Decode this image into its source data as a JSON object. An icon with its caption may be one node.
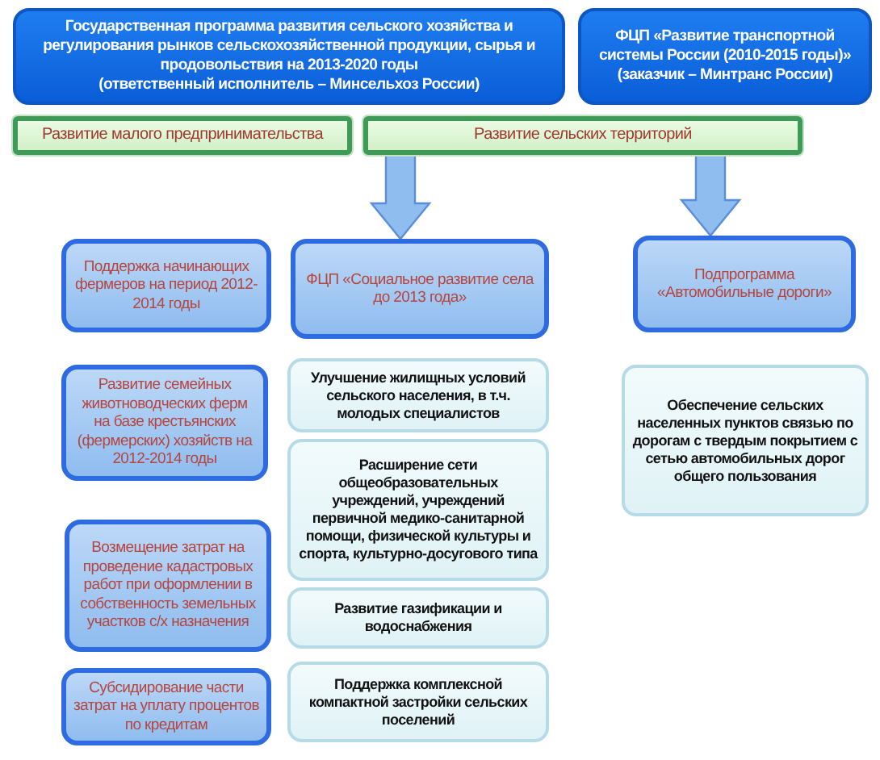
{
  "diagram": {
    "nodes": [
      {
        "text": [
          "Государственная программа развития сельского хозяйства и регулирования рынков сельскохозяйственной продукции, сырья и продовольствия на 2013-2020 годы",
          "(ответственный исполнитель – Минсельхоз России)"
        ]
      },
      {
        "text": [
          "ФЦП «Развитие транспортной системы России (2010-2015 годы)»",
          "(заказчик – Минтранс России)"
        ]
      },
      {
        "text": [
          "Развитие малого предпринимательства"
        ]
      },
      {
        "text": [
          "Развитие сельских территорий"
        ]
      },
      {
        "text": [
          "Поддержка начинающих фермеров на период 2012-2014 годы"
        ]
      },
      {
        "text": [
          "ФЦП «Социальное развитие села до 2013 года»"
        ]
      },
      {
        "text": [
          "Подпрограмма «Автомобильные дороги»"
        ]
      },
      {
        "text": [
          "Развитие семейных животноводческих ферм на базе крестьянских (фермерских) хозяйств на 2012-2014 годы"
        ]
      },
      {
        "text": [
          "Возмещение затрат на проведение кадастровых работ при оформлении в собственность земельных участков с/х назначения"
        ]
      },
      {
        "text": [
          "Субсидирование части затрат на уплату процентов по кредитам"
        ]
      },
      {
        "text": [
          "Улучшение жилищных условий сельского населения, в т.ч. молодых специалистов"
        ]
      },
      {
        "text": [
          "Расширение сети общеобразовательных учреждений, учреждений первичной медико-санитарной помощи, физической культуры и спорта, культурно-досугового типа"
        ]
      },
      {
        "text": [
          "Развитие газификации и водоснабжения"
        ]
      },
      {
        "text": [
          "Поддержка комплексной компактной застройки сельских поселений"
        ]
      },
      {
        "text": [
          "Обеспечение сельских населенных пунктов связью по дорогам с твердым покрытием с сетью автомобильных дорог общего пользования"
        ]
      }
    ],
    "edges": [
      {
        "from": 3,
        "to": 5,
        "arrow": "to"
      },
      {
        "from": 3,
        "to": 6,
        "arrow": "to"
      }
    ]
  }
}
